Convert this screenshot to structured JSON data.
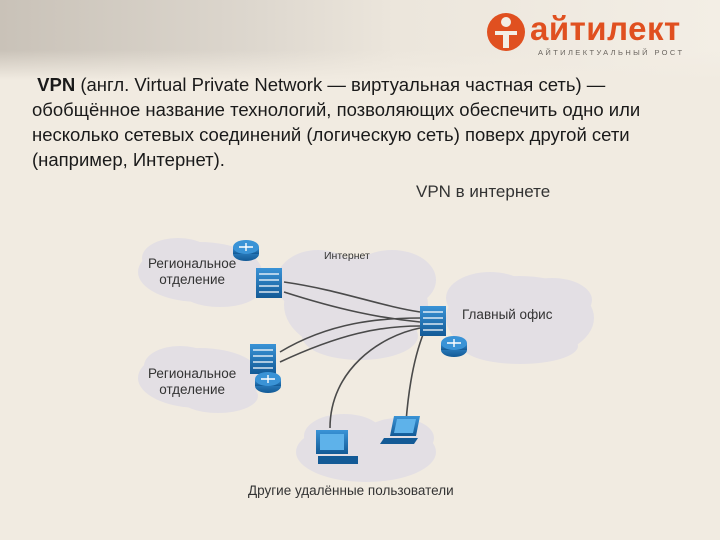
{
  "logo": {
    "name": "айтилект",
    "tagline": "АЙТИЛЕКТУАЛЬНЫЙ РОСТ"
  },
  "intro": {
    "term": "VPN",
    "definition": " (англ. Virtual Private Network — виртуальная частная сеть) — обобщённое название технологий, позволяющих обеспечить одно или несколько сетевых соединений (логическую сеть) поверх другой сети (например, Интернет)."
  },
  "diagram": {
    "title": "VPN в интернете",
    "internet_label": "Интернет",
    "regional_office_1": [
      "Региональное",
      "отделение"
    ],
    "regional_office_2": [
      "Региональное",
      "отделение"
    ],
    "main_office": "Главный офис",
    "remote_users": "Другие удалённые пользователи"
  },
  "colors": {
    "brand": "#e05020",
    "cloud": "#e3dfe4",
    "device": "#1b72b8",
    "line": "#4a4a4a"
  }
}
